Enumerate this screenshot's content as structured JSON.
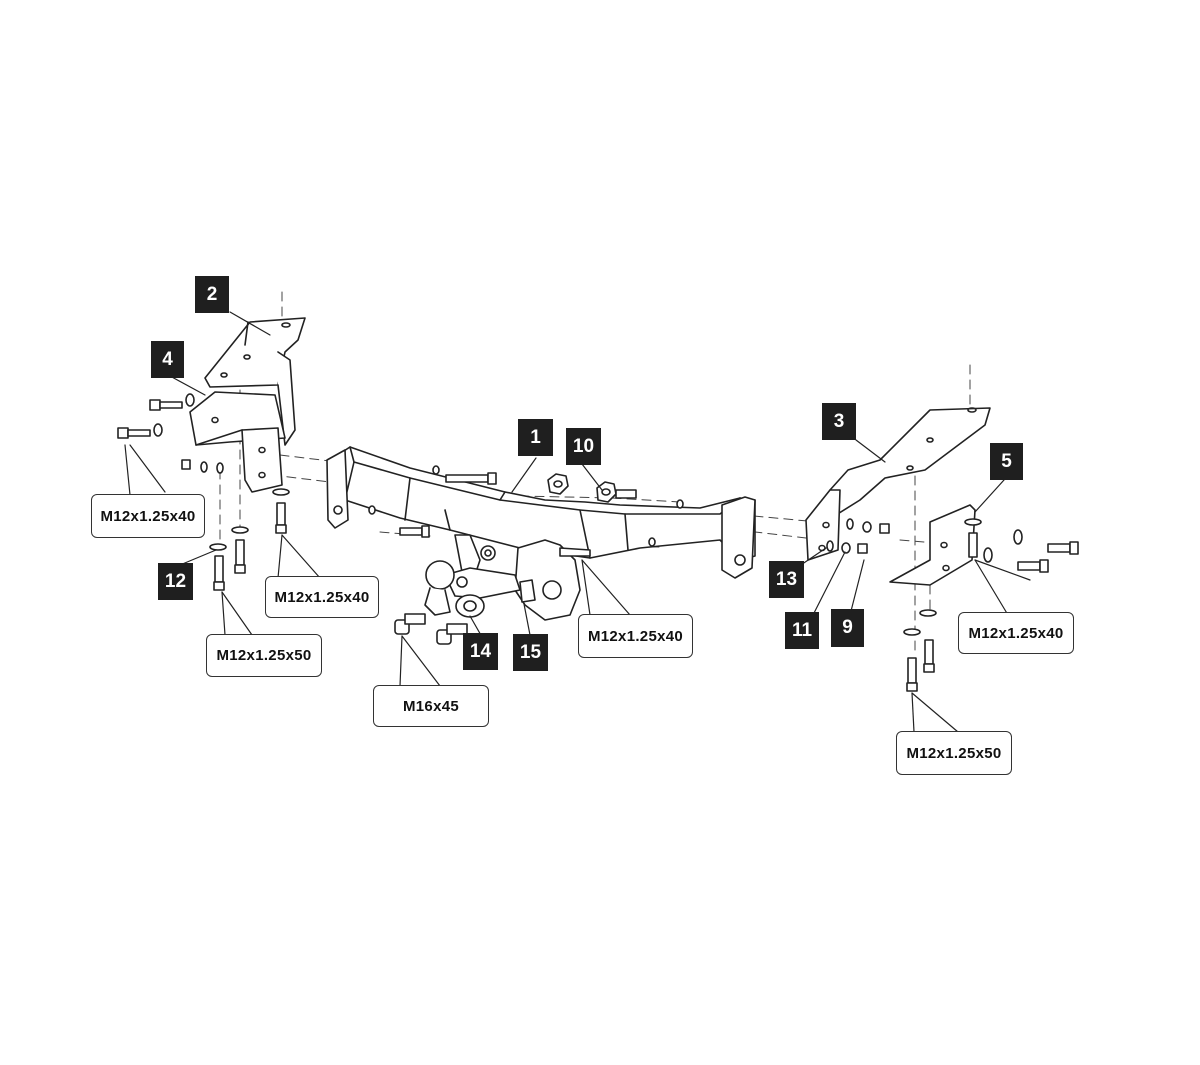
{
  "diagram": {
    "part_numbers": [
      "1",
      "2",
      "3",
      "4",
      "5",
      "9",
      "10",
      "11",
      "12",
      "13",
      "14",
      "15"
    ],
    "fastener_labels": {
      "left_bracket_bolts": "M12x1.25x40",
      "left_lower_long_bolt": "M12x1.25x50",
      "left_lower_bolt": "M12x1.25x40",
      "ball_mount_bolts": "M16x45",
      "socket_plate_bolt": "M12x1.25x40",
      "right_bracket_bolts": "M12x1.25x40",
      "right_lower_long_bolt": "M12x1.25x50"
    },
    "colors": {
      "line": "#222222",
      "label_fill": "#1f1f1f",
      "label_text": "#ffffff",
      "background": "#ffffff"
    }
  }
}
